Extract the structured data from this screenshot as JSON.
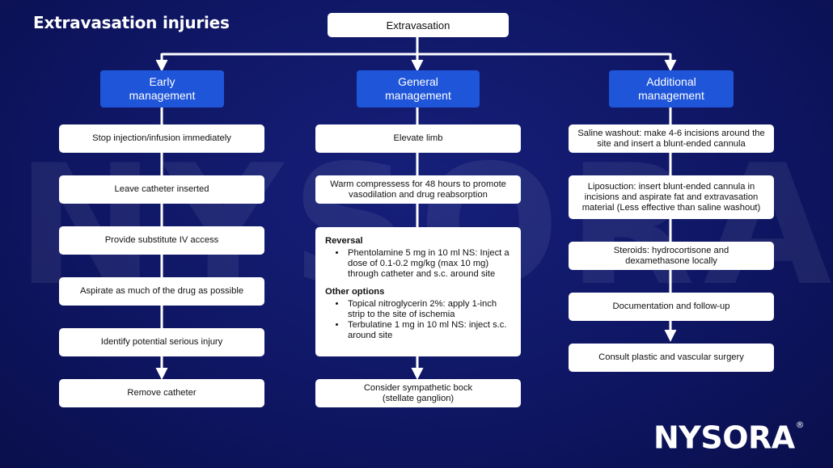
{
  "title": "Extravasation injuries",
  "watermark": "NYSORA",
  "logo": {
    "text": "NYSORA",
    "mark": "®"
  },
  "colors": {
    "background": "#0f1664",
    "header": "#1f55d9",
    "box": "#ffffff",
    "connector": "#ffffff"
  },
  "root": "Extravasation",
  "columns": [
    {
      "header": "Early management",
      "steps": [
        "Stop injection/infusion immediately",
        "Leave catheter inserted",
        "Provide substitute IV access",
        "Aspirate as much of the drug as possible",
        "Identify potential serious injury",
        "Remove catheter"
      ]
    },
    {
      "header": "General management",
      "steps": [
        "Elevate limb",
        "Warm compressess for 48 hours to promote vasodilation and drug reabsorption"
      ],
      "detail": {
        "sections": [
          {
            "title": "Reversal",
            "items": [
              "Phentolamine 5 mg in 10 ml NS: Inject a dose of 0.1-0.2 mg/kg (max 10 mg) through catheter and s.c. around site"
            ]
          },
          {
            "title": "Other options",
            "items": [
              "Topical nitroglycerin 2%: apply 1-inch strip to the site of ischemia",
              "Terbulatine 1 mg in 10 ml NS: inject s.c. around site"
            ]
          }
        ]
      },
      "final": "Consider sympathetic bock (stellate ganglion)"
    },
    {
      "header": "Additional management",
      "steps": [
        "Saline washout: make 4-6 incisions around the site and insert a blunt-ended cannula",
        "Liposuction: insert blunt-ended cannula in incisions and aspirate fat and extravasation material (Less effective than saline washout)",
        "Steroids: hydrocortisone and dexamethasone locally",
        "Documentation and follow-up",
        "Consult plastic and vascular surgery"
      ]
    }
  ]
}
